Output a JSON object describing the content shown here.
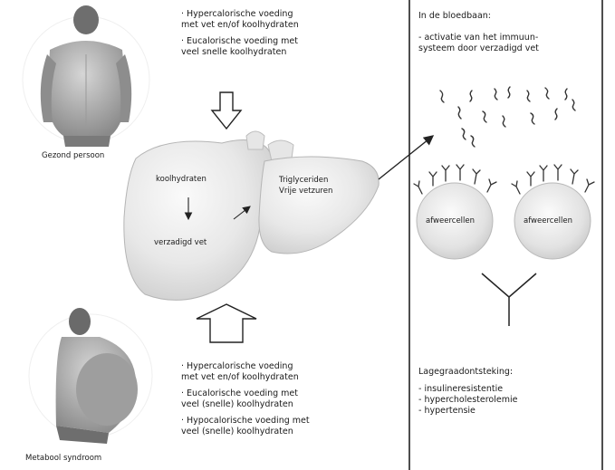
{
  "figure": {
    "healthy_caption": "Gezond persoon",
    "metabolic_caption": "Metabool syndroom",
    "top_diet": [
      "· Hypercalorische voeding\nmet vet en/of koolhydraten",
      "· Eucalorische voeding met\nveel snelle koolhydraten"
    ],
    "bottom_diet": [
      "· Hypercalorische voeding\nmet vet en/of koolhydraten",
      "· Eucalorische voeding met\nveel (snelle) koolhydraten",
      "· Hypocalorische voeding met\nveel (snelle) koolhydraten"
    ],
    "liver_left_top": "koolhydraten",
    "liver_left_bottom": "verzadigd vet",
    "liver_right": "Triglyceriden\nVrije vetzuren",
    "blood_title": "In de bloedbaan:",
    "blood_sub": "- activatie van het immuun-\nsysteem door verzadigd vet",
    "cell_label_1": "afweercellen",
    "cell_label_2": "afweercellen",
    "inflammation_title": "Lagegraadontsteking:",
    "inflammation_items": [
      "- insulineresistentie",
      "- hypercholesterolemie",
      "- hypertensie"
    ]
  }
}
